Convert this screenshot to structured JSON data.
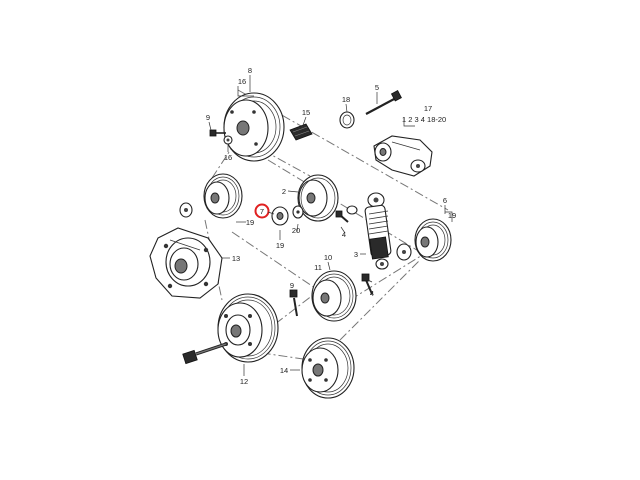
{
  "callouts": {
    "c1": "1",
    "c2": "2",
    "c3": "3",
    "c4a": "4",
    "c4b": "4",
    "c5": "5",
    "c6": "6",
    "c7": "7",
    "c8": "8",
    "c9a": "9",
    "c9b": "9",
    "c10": "10",
    "c11": "11",
    "c12": "12",
    "c13": "13",
    "c14": "14",
    "c15": "15",
    "c16a": "16",
    "c16b": "16",
    "c17": "17",
    "c17sub": "1 2 3 4  18-20",
    "c18": "18",
    "c19a": "19",
    "c19b": "19",
    "c19c": "19",
    "c20": "20"
  },
  "highlight": {
    "callout": "7",
    "color": "#e02020"
  }
}
